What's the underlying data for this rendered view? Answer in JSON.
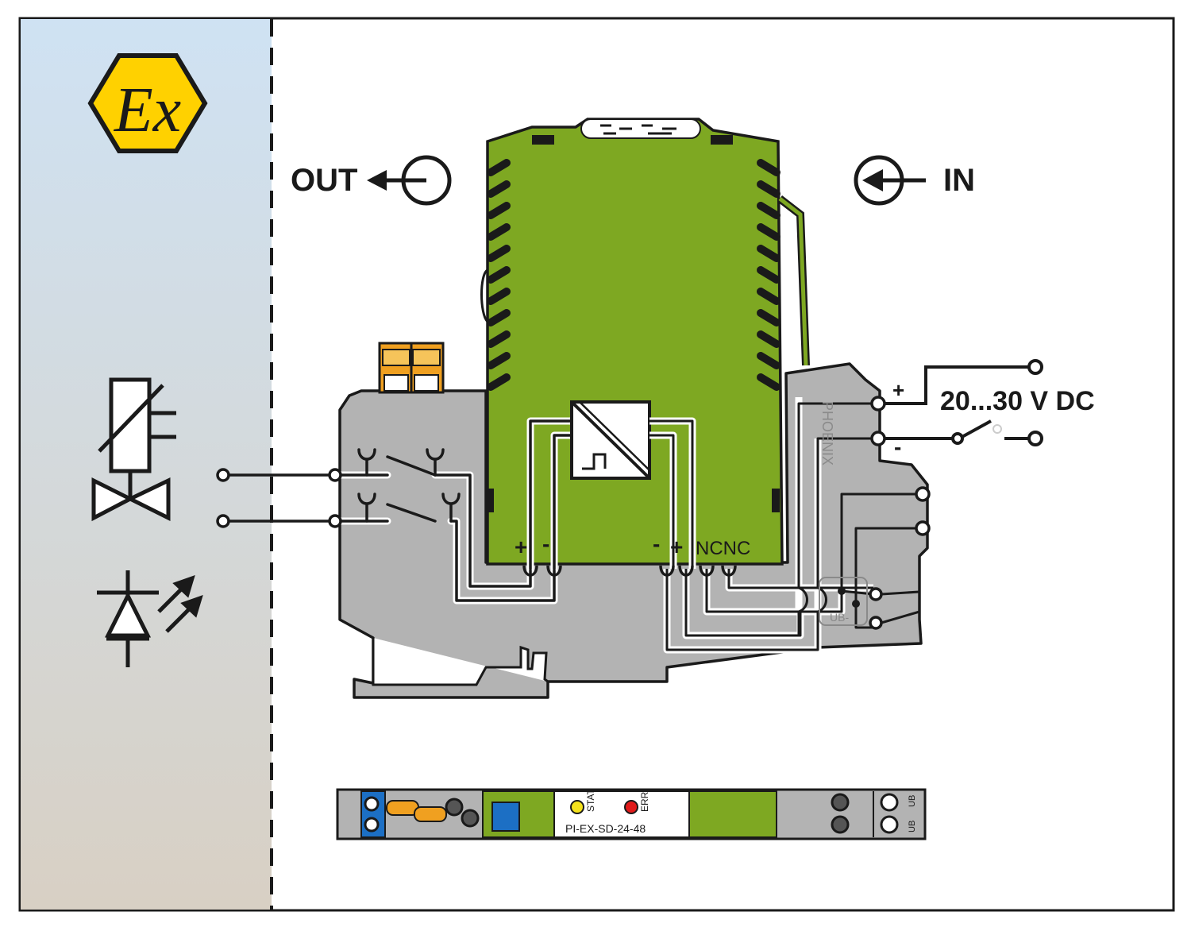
{
  "ex_label": "Ex",
  "out_label": "OUT",
  "in_label": "IN",
  "supply": {
    "plus": "+",
    "minus": "-",
    "voltage": "20...30 V DC"
  },
  "output_terminals": {
    "plus": "+",
    "minus": "-"
  },
  "input_terminals": {
    "minus": "-",
    "plus": "+",
    "nc": "NCNC"
  },
  "side_labels": {
    "brand": "PHOENIX",
    "ub": "UB-"
  },
  "module_front": {
    "stat_label": "STAT",
    "err_label": "ERR",
    "model": "PI-EX-SD-24-48",
    "ub_label": "UB",
    "stat_color": "#f4e21c",
    "err_color": "#e01a1a"
  },
  "colors": {
    "hazard_bg_top": "#cfe2f3",
    "hazard_bg_bottom": "#d8d0c4",
    "module_green": "#7ea822",
    "housing_gray": "#b3b3b3",
    "terminal_orange": "#f0a020",
    "ex_yellow": "#ffd100"
  },
  "icons": [
    "ex-hexagon-icon",
    "solenoid-valve-icon",
    "led-diode-icon",
    "isolation-converter-icon"
  ]
}
